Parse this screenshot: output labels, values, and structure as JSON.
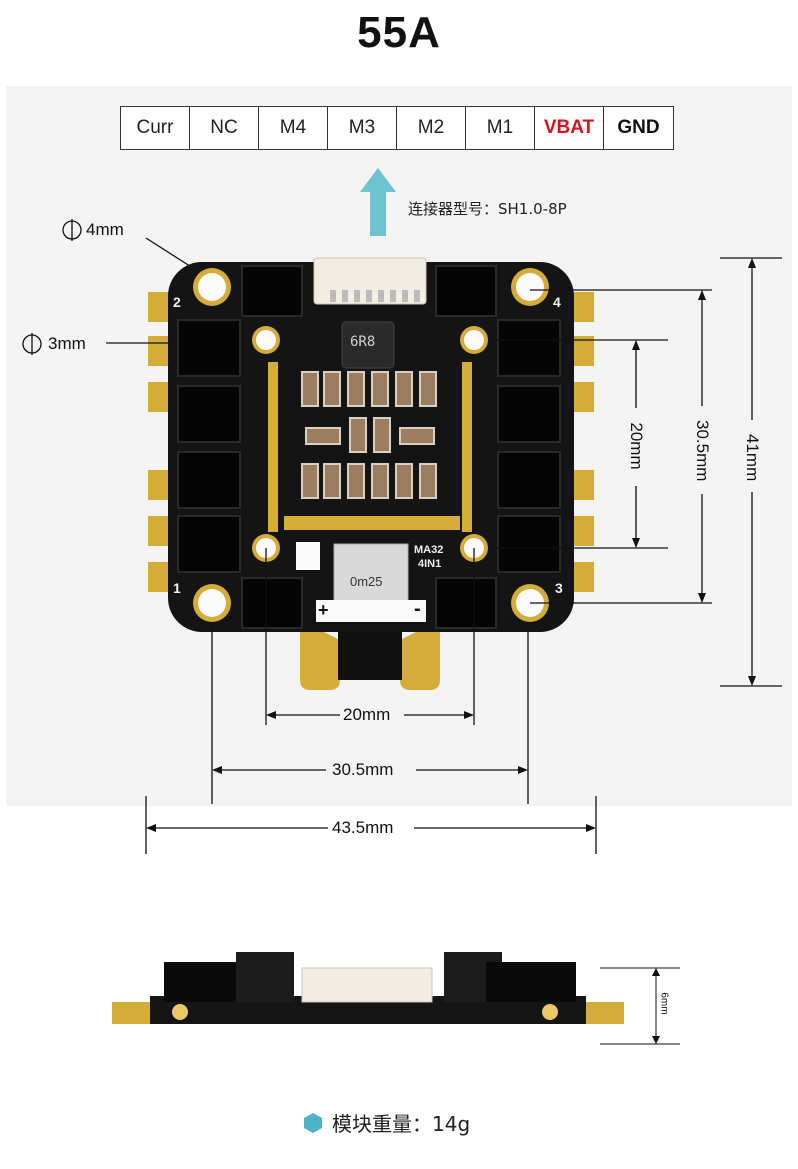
{
  "title": "55A",
  "pinout": {
    "pins": [
      "Curr",
      "NC",
      "M4",
      "M3",
      "M2",
      "M1",
      "VBAT",
      "GND"
    ]
  },
  "connector_label": "连接器型号：SH1.0-8P",
  "hole_labels": {
    "large": "4mm",
    "small": "3mm"
  },
  "corner_numbers": [
    "1",
    "2",
    "3",
    "4"
  ],
  "board_marks": {
    "inductor": "6R8",
    "chip": "MA32",
    "chip_sub": "4IN1",
    "shunt": "0m25",
    "plus": "+",
    "minus": "-"
  },
  "dimensions": {
    "h_inner": "20mm",
    "h_mid": "30.5mm",
    "h_outer": "43.5mm",
    "v_inner": "20mm",
    "v_mid": "30.5mm",
    "v_outer": "41mm",
    "thickness": "6mm"
  },
  "weight_label": "模块重量：14g",
  "colors": {
    "arrow": "#6fc3cf",
    "gold": "#d4ac3a",
    "board": "#111111",
    "vbat": "#d8111a",
    "weight_bullet": "#4fb3c6"
  }
}
